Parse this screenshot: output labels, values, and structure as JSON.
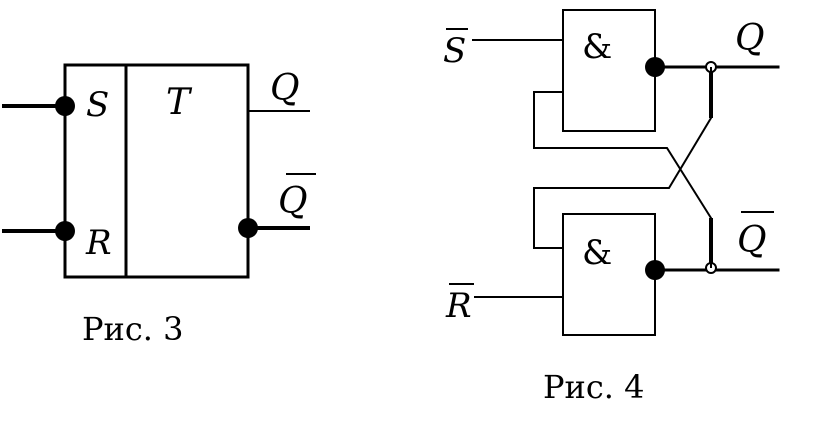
{
  "figure3": {
    "input_s": "S",
    "input_r": "R",
    "block_name": "T",
    "output_q": "Q",
    "output_q_bar": "Q",
    "caption": "Рис. 3"
  },
  "figure4": {
    "input_s_bar": "S",
    "input_r_bar": "R",
    "gate_top_symbol": "&",
    "gate_bottom_symbol": "&",
    "output_q": "Q",
    "output_q_bar": "Q",
    "caption": "Рис. 4"
  }
}
